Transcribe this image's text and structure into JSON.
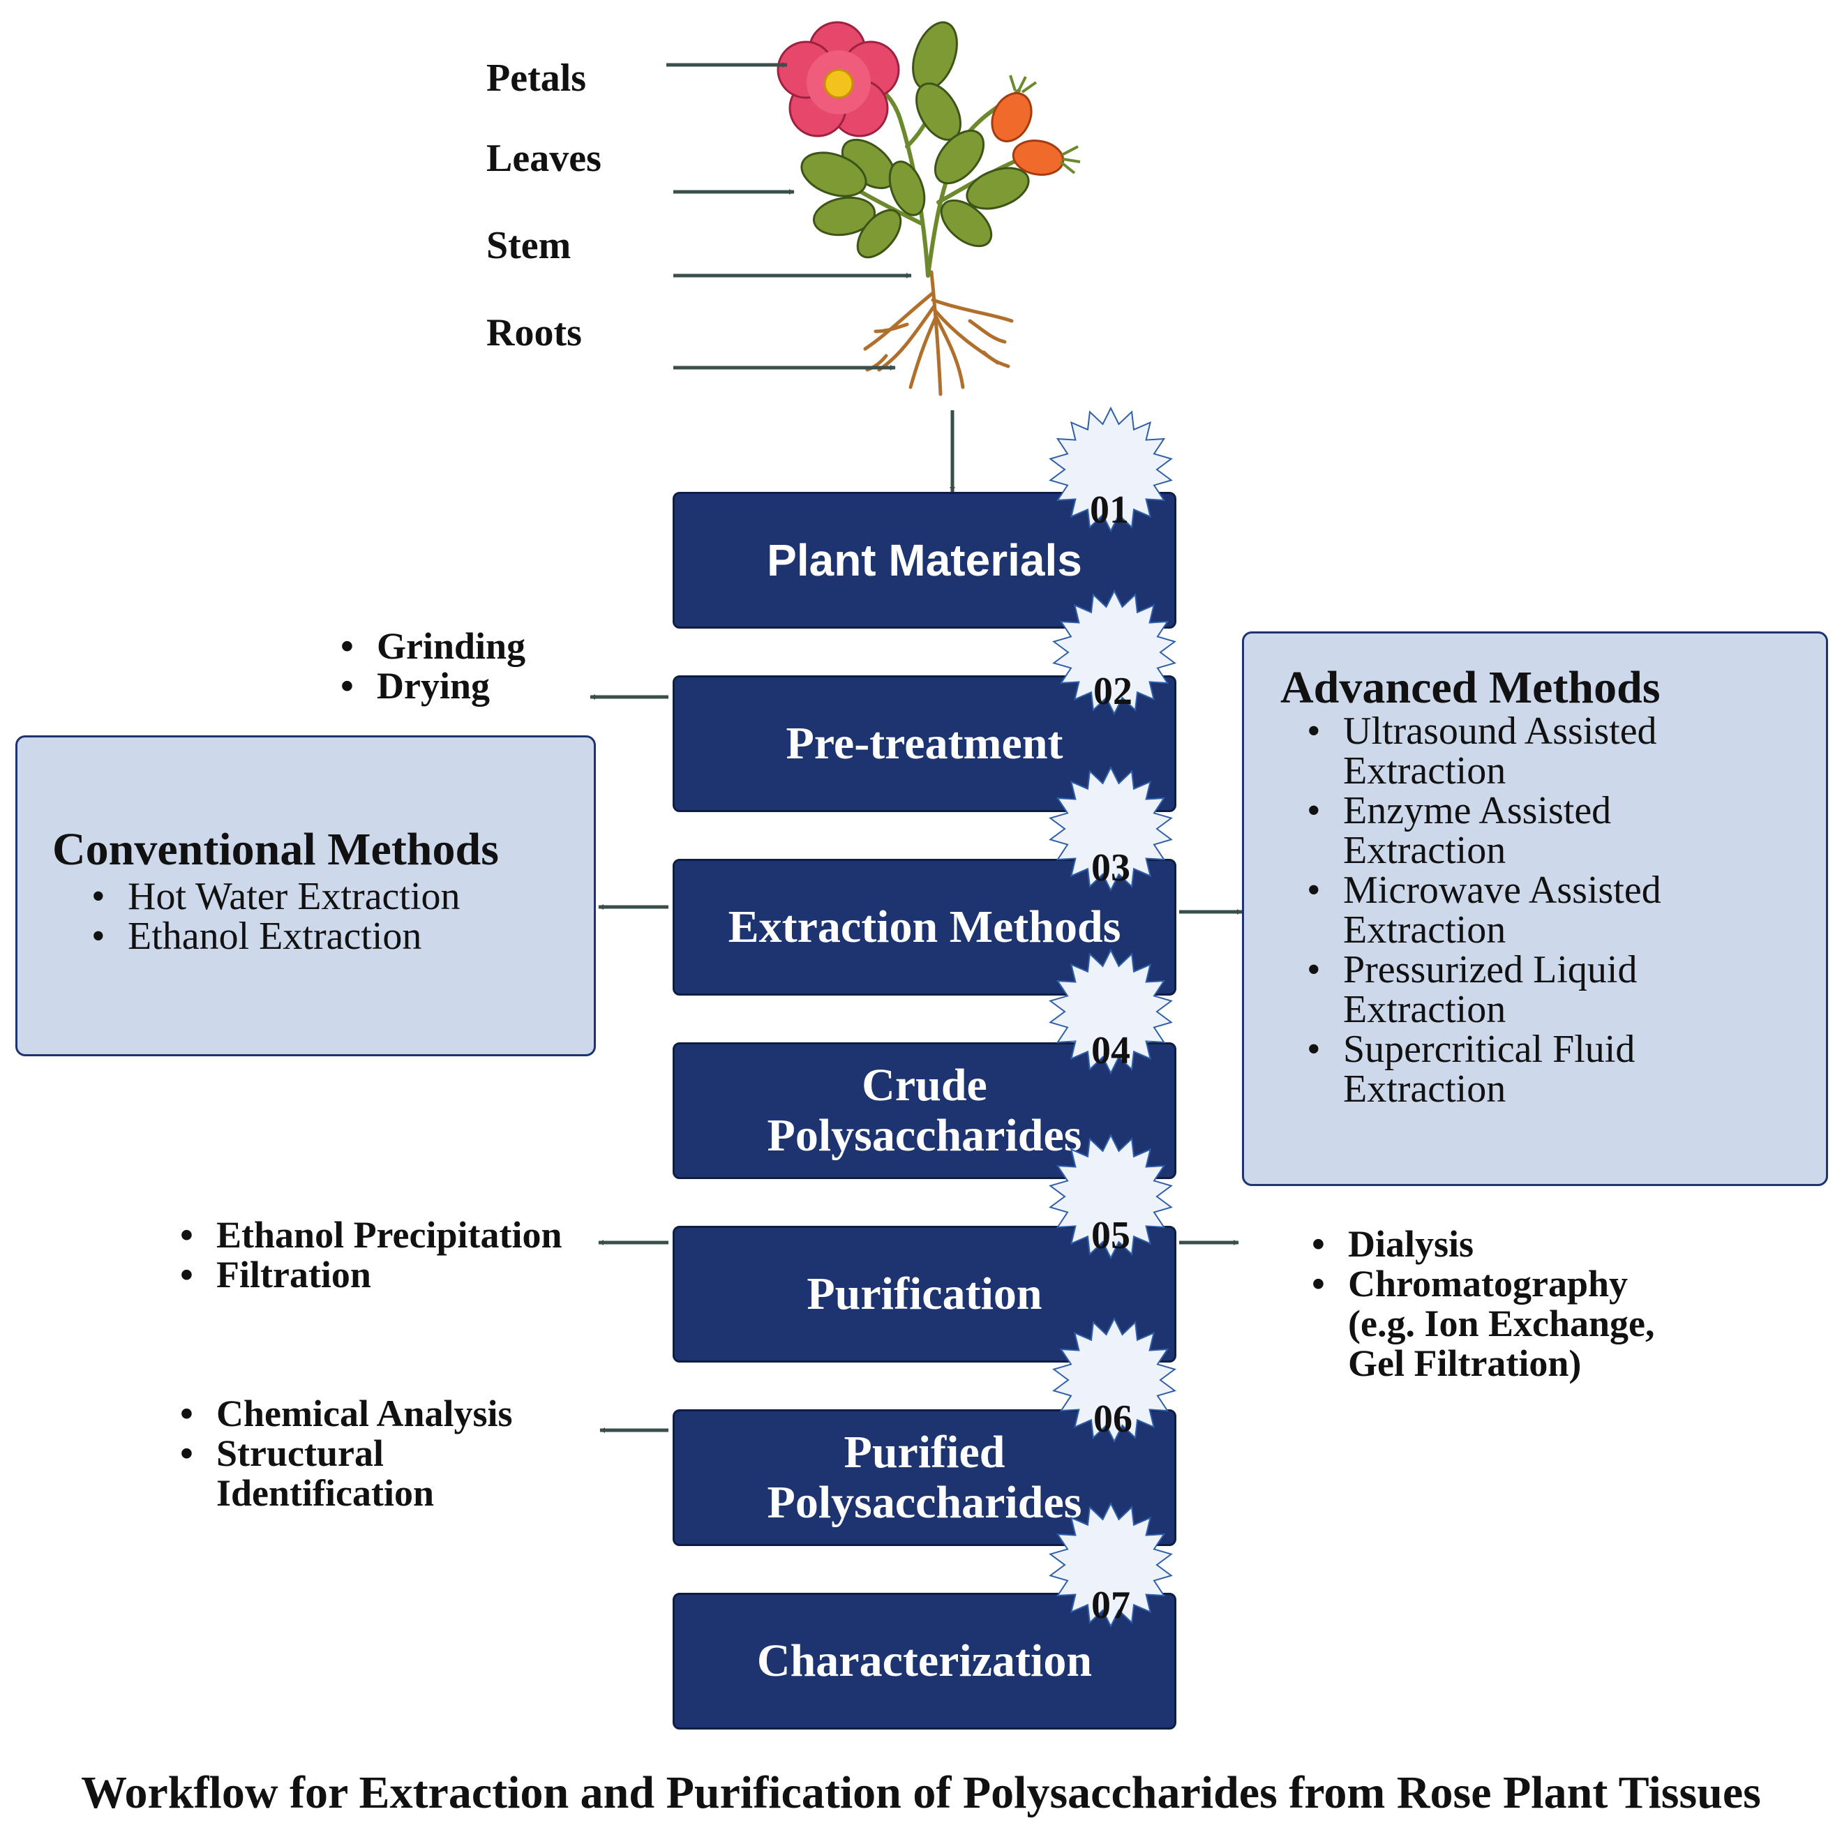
{
  "plant": {
    "parts": [
      "Petals",
      "Leaves",
      "Stem",
      "Roots"
    ]
  },
  "steps": [
    {
      "number": "01",
      "label": "Plant Materials"
    },
    {
      "number": "02",
      "label": "Pre-treatment"
    },
    {
      "number": "03",
      "label": "Extraction Methods"
    },
    {
      "number": "04",
      "label": "Crude Polysaccharides"
    },
    {
      "number": "05",
      "label": "Purification"
    },
    {
      "number": "06",
      "label": "Purified Polysaccharides"
    },
    {
      "number": "07",
      "label": "Characterization"
    }
  ],
  "pretreatment_notes": [
    "Grinding",
    "Drying"
  ],
  "conventional": {
    "title": "Conventional Methods",
    "items": [
      "Hot Water Extraction",
      "Ethanol Extraction"
    ]
  },
  "advanced": {
    "title": "Advanced Methods",
    "items": [
      "Ultrasound Assisted Extraction",
      "Enzyme Assisted Extraction",
      "Microwave Assisted Extraction",
      "Pressurized Liquid Extraction",
      "Supercritical Fluid Extraction"
    ]
  },
  "purification_left": [
    "Ethanol Precipitation",
    "Filtration"
  ],
  "purification_right": [
    "Dialysis",
    "Chromatography (e.g. Ion Exchange, Gel Filtration)"
  ],
  "characterization_notes": [
    "Chemical Analysis",
    "Structural Identification"
  ],
  "caption": "Workflow for Extraction and Purification of Polysaccharides from Rose Plant Tissues",
  "colors": {
    "step_fill": "#1e3470",
    "box_fill": "#cdd8ea",
    "arrow": "#3a4f4c",
    "badge_fill": "#eef3fb",
    "badge_stroke": "#2f5fa8",
    "petal": "#e6486c",
    "leaf": "#7d9a35",
    "hip": "#ef6a2b",
    "root": "#b0702c"
  }
}
